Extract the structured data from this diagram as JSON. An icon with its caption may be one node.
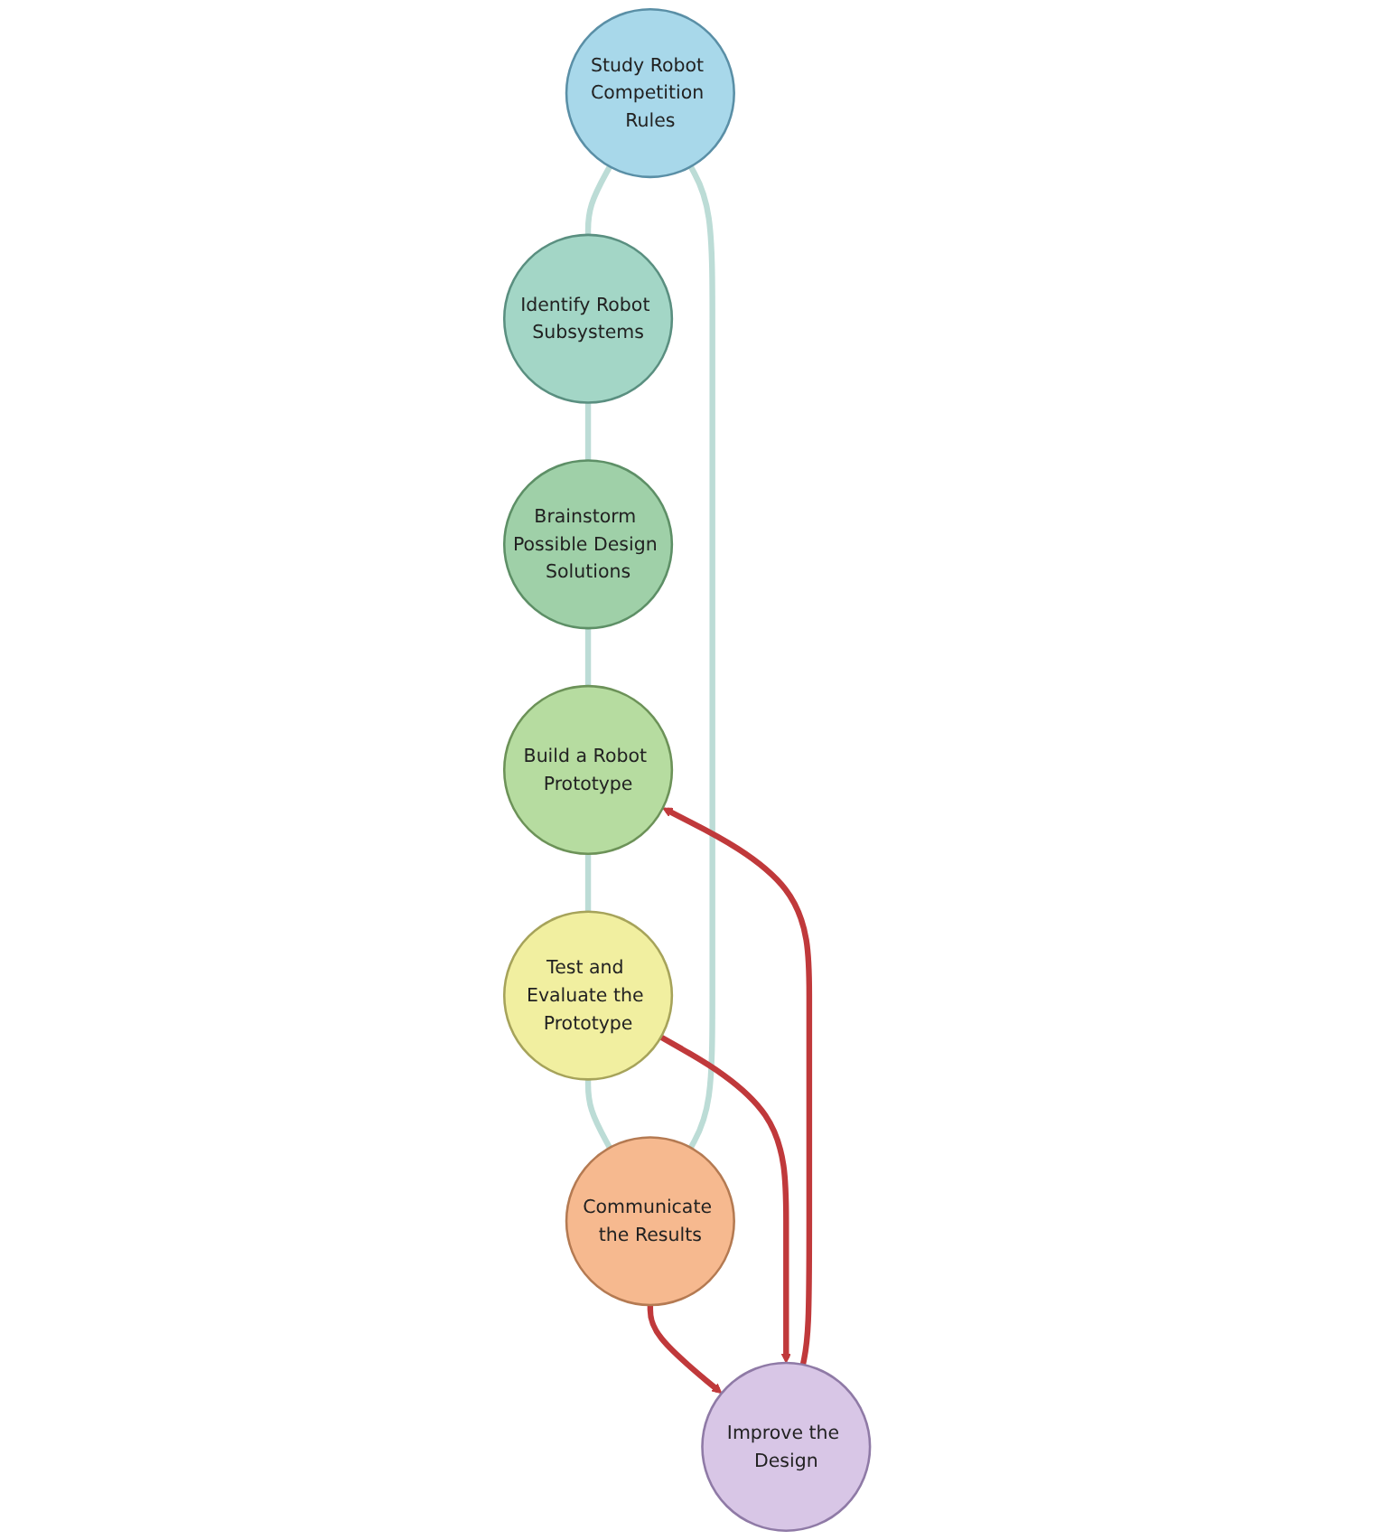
{
  "diagram": {
    "nodes": [
      {
        "text": [
          "Study Robot Competition Rules"
        ]
      },
      {
        "text": [
          "Identify Robot Subsystems"
        ]
      },
      {
        "text": [
          "Brainstorm Possible Design Solutions"
        ]
      },
      {
        "text": [
          "Build a Robot Prototype"
        ]
      },
      {
        "text": [
          "Test and Evaluate the Prototype"
        ]
      },
      {
        "text": [
          "Communicate the Results"
        ]
      },
      {
        "text": [
          "Improve the Design"
        ]
      }
    ],
    "edges": [
      {
        "from": 0,
        "to": 1,
        "arrow": "none"
      },
      {
        "from": 1,
        "to": 2,
        "arrow": "none"
      },
      {
        "from": 2,
        "to": 3,
        "arrow": "none"
      },
      {
        "from": 3,
        "to": 4,
        "arrow": "none"
      },
      {
        "from": 4,
        "to": 5,
        "arrow": "none"
      },
      {
        "from": 5,
        "to": 0,
        "arrow": "none"
      },
      {
        "from": 5,
        "to": 6,
        "arrow": "to",
        "color": "#c0393b"
      },
      {
        "from": 4,
        "to": 6,
        "arrow": "to",
        "color": "#c0393b"
      },
      {
        "from": 6,
        "to": 3,
        "arrow": "to",
        "color": "#c0393b"
      }
    ]
  }
}
